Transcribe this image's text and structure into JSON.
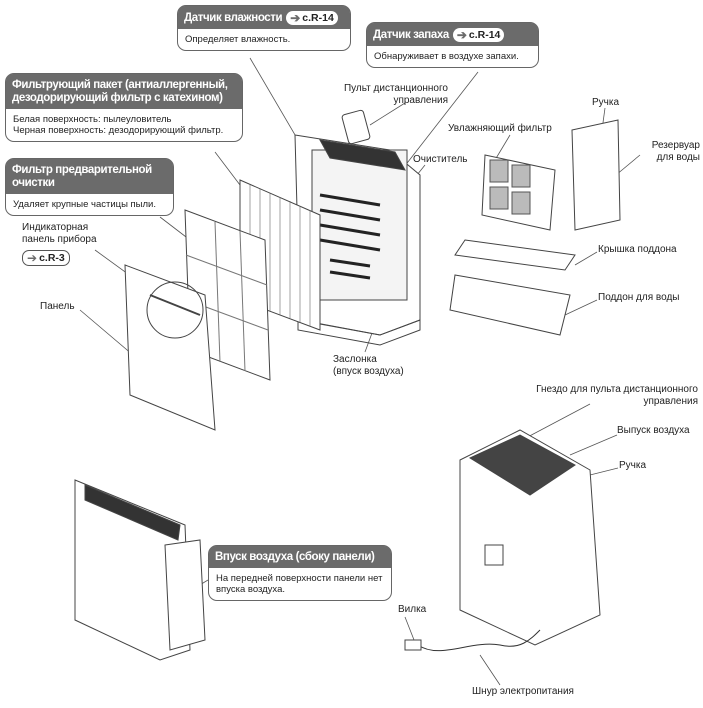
{
  "callouts": {
    "humidity_sensor": {
      "title": "Датчик влажности",
      "ref": "c.R-14",
      "text": "Определяет влажность."
    },
    "odor_sensor": {
      "title": "Датчик запаха",
      "ref": "c.R-14",
      "text": "Обнаруживает в воздухе запахи."
    },
    "filter_pack": {
      "title_line1": "Фильтрующий пакет (антиаллергенный,",
      "title_line2": "дезодорирующий фильтр с катехином)",
      "text_line1": "Белая поверхность: пылеуловитель",
      "text_line2": "Черная поверхность: дезодорирующий фильтр."
    },
    "prefilter": {
      "title_line1": "Фильтр предварительной",
      "title_line2": "очистки",
      "text": "Удаляет крупные частицы пыли."
    },
    "air_intake_side": {
      "title": "Впуск воздуха (сбоку панели)",
      "text_line1": "На передней поверхности панели нет",
      "text_line2": "впуска воздуха."
    }
  },
  "labels": {
    "indicator_panel_line1": "Индикаторная",
    "indicator_panel_line2": "панель прибора",
    "indicator_ref": "c.R-3",
    "panel": "Панель",
    "remote_line1": "Пульт дистанционного",
    "remote_line2": "управления",
    "handle_top": "Ручка",
    "humidifying_filter": "Увлажняющий фильтр",
    "tank_line1": "Резервуар",
    "tank_line2": "для воды",
    "purifier": "Очиститель",
    "tray_cover": "Крышка поддона",
    "water_tray": "Поддон для воды",
    "damper_line1": "Заслонка",
    "damper_line2": "(впуск воздуха)",
    "remote_holder_line1": "Гнездо для пульта дистанционного",
    "remote_holder_line2": "управления",
    "air_outlet": "Выпуск воздуха",
    "handle_rear": "Ручка",
    "plug": "Вилка",
    "power_cord": "Шнур электропитания"
  },
  "colors": {
    "callout_header": "#6b6b6b",
    "line": "#444444"
  }
}
